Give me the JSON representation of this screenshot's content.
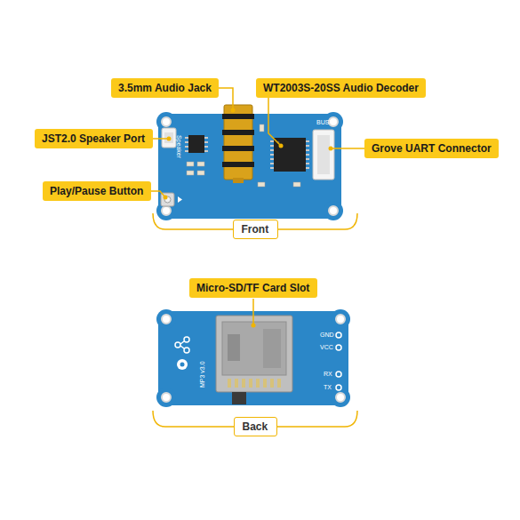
{
  "diagram": {
    "nodes": [
      {
        "text": [
          "3.5mm Audio Jack"
        ]
      },
      {
        "text": [
          "WT2003S-20SS Audio Decoder"
        ]
      },
      {
        "text": [
          "JST2.0 Speaker Port"
        ]
      },
      {
        "text": [
          "Grove UART Connector"
        ]
      },
      {
        "text": [
          "Play/Pause Button"
        ]
      },
      {
        "text": [
          "Front"
        ]
      },
      {
        "text": [
          "Micro-SD/TF Card Slot"
        ]
      },
      {
        "text": [
          "Back"
        ]
      }
    ],
    "labels": [
      "Speaker",
      "BUSY",
      "GND",
      "VCC",
      "RX",
      "TX",
      "MP3 v3.0"
    ]
  }
}
